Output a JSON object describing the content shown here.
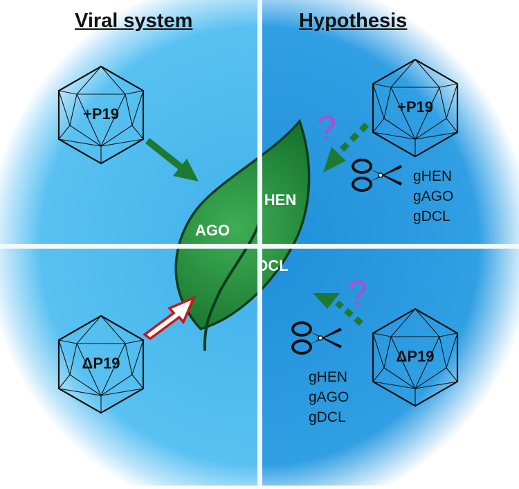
{
  "headings": {
    "left": "Viral system",
    "right": "Hypothesis"
  },
  "viruses": {
    "top_left": "+P19",
    "bottom_left": "ΔP19",
    "top_right": "+P19",
    "bottom_right": "ΔP19"
  },
  "leaf_labels": {
    "hen": "HEN",
    "ago": "AGO",
    "dcl": "DCL"
  },
  "question_mark": "?",
  "guides_top": [
    "gHEN",
    "gAGO",
    "gDCL"
  ],
  "guides_bottom": [
    "gHEN",
    "gAGO",
    "gDCL"
  ],
  "colors": {
    "left_quadrants": "#4fbcef",
    "right_quadrants": "#2f9be0",
    "leaf": "#1f8a3a",
    "arrow_green": "#1e7a32",
    "arrow_red": "#c81818",
    "question": "#b04cd0"
  },
  "icons": {
    "virus": "icosahedron-icon",
    "scissors": "scissors-icon"
  }
}
